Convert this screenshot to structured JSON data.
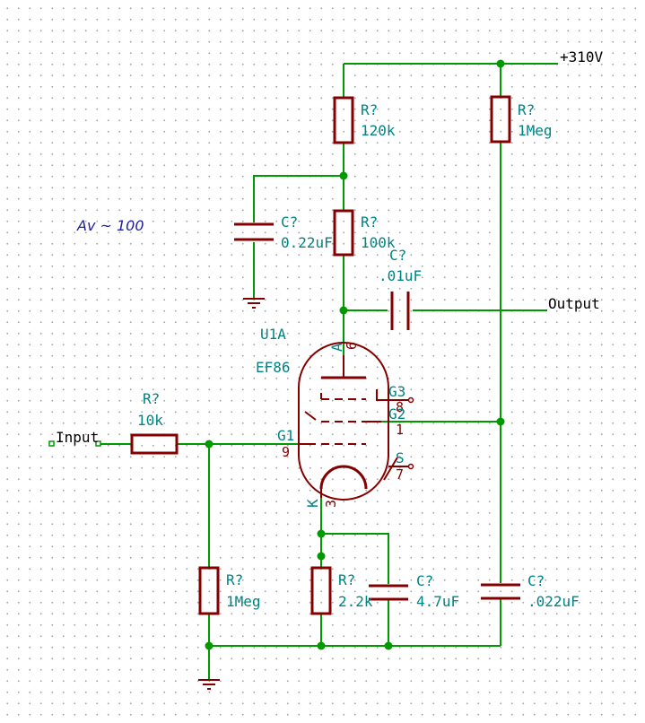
{
  "note": "Av ~ 100",
  "nets": {
    "supply": "+310V",
    "output": "Output",
    "input": "Input"
  },
  "tube": {
    "ref": "U1A",
    "value": "EF86",
    "pins": {
      "anode_name": "A",
      "anode_num": "6",
      "g3_name": "G3",
      "g3_num": "8",
      "g2_name": "G2",
      "g2_num": "1",
      "g1_name": "G1",
      "g1_num": "9",
      "shield_name": "S",
      "shield_num": "7",
      "cathode_name": "K",
      "cathode_num": "3"
    }
  },
  "components": {
    "r_anode_top": {
      "ref": "R?",
      "value": "120k"
    },
    "r_anode_bot": {
      "ref": "R?",
      "value": "100k"
    },
    "r_screen": {
      "ref": "R?",
      "value": "1Meg"
    },
    "r_input": {
      "ref": "R?",
      "value": "10k"
    },
    "r_grid": {
      "ref": "R?",
      "value": "1Meg"
    },
    "r_cathode": {
      "ref": "R?",
      "value": "2.2k"
    },
    "c_decouple": {
      "ref": "C?",
      "value": "0.22uF"
    },
    "c_output": {
      "ref": "C?",
      "value": ".01uF"
    },
    "c_cathode": {
      "ref": "C?",
      "value": "4.7uF"
    },
    "c_screen": {
      "ref": "C?",
      "value": ".022uF"
    }
  }
}
